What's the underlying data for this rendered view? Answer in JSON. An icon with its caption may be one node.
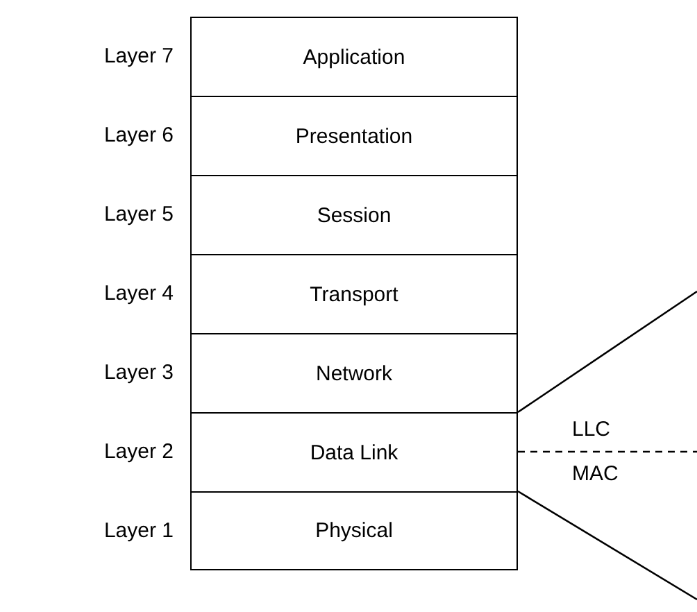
{
  "diagram": {
    "nodes": [
      {
        "text": [
          "Application"
        ],
        "beside": [
          "Layer 7"
        ]
      },
      {
        "text": [
          "Presentation"
        ],
        "beside": [
          "Layer 6"
        ]
      },
      {
        "text": [
          "Session"
        ],
        "beside": [
          "Layer 5"
        ]
      },
      {
        "text": [
          "Transport"
        ],
        "beside": [
          "Layer 4"
        ]
      },
      {
        "text": [
          "Network"
        ],
        "beside": [
          "Layer 3"
        ]
      },
      {
        "text": [
          "Data Link"
        ],
        "beside": [
          "Layer 2"
        ]
      },
      {
        "text": [
          "Physical"
        ],
        "beside": [
          "Layer 1"
        ]
      }
    ],
    "edges": [
      {
        "from": 4,
        "to": null,
        "arrow": "none"
      },
      {
        "from": 5,
        "to": null,
        "arrow": "none",
        "style": "dashed"
      },
      {
        "from": 6,
        "to": null,
        "arrow": "none"
      }
    ],
    "labels": [
      "LLC",
      "MAC"
    ]
  }
}
